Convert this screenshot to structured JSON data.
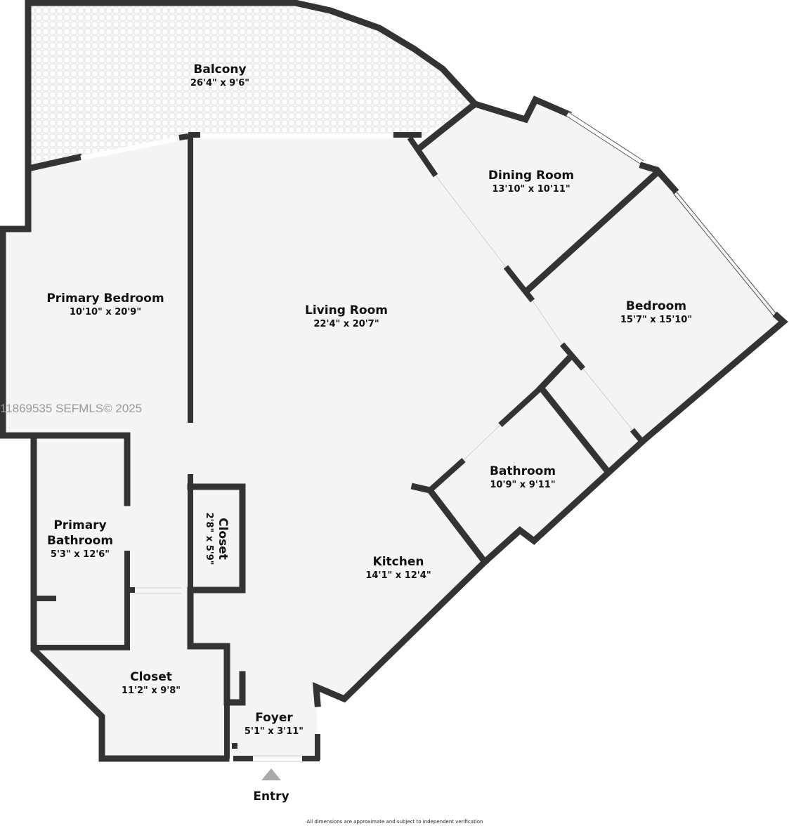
{
  "floorplan": {
    "colors": {
      "wall": "#333333",
      "room_fill": "#f4f4f4",
      "balcony_tile": "#e2e2e2",
      "entry_arrow": "#a9a9a9",
      "watermark": "#9a9a9a"
    },
    "rooms": [
      {
        "id": "balcony",
        "name": "Balcony",
        "dimensions": "26'4\" x 9'6\""
      },
      {
        "id": "dining-room",
        "name": "Dining Room",
        "dimensions": "13'10\" x 10'11\""
      },
      {
        "id": "bedroom",
        "name": "Bedroom",
        "dimensions": "15'7\" x 15'10\""
      },
      {
        "id": "primary-bedroom",
        "name": "Primary Bedroom",
        "dimensions": "10'10\" x 20'9\""
      },
      {
        "id": "living-room",
        "name": "Living Room",
        "dimensions": "22'4\" x 20'7\""
      },
      {
        "id": "bathroom",
        "name": "Bathroom",
        "dimensions": "10'9\" x 9'11\""
      },
      {
        "id": "primary-bathroom",
        "name": "Primary Bathroom",
        "name_line1": "Primary",
        "name_line2": "Bathroom",
        "dimensions": "5'3\" x 12'6\""
      },
      {
        "id": "closet-small",
        "name": "Closet",
        "dimensions": "2'8\" x 5'9\""
      },
      {
        "id": "kitchen",
        "name": "Kitchen",
        "dimensions": "14'1\" x 12'4\""
      },
      {
        "id": "closet-large",
        "name": "Closet",
        "dimensions": "11'2\" x 9'8\""
      },
      {
        "id": "foyer",
        "name": "Foyer",
        "dimensions": "5'1\" x 3'11\""
      }
    ],
    "entry": {
      "label": "Entry",
      "icon": "triangle-up-arrow"
    },
    "watermark": "11869535  SEFMLS© 2025",
    "disclaimer": "All dimensions are approximate and subject to independent verification"
  }
}
